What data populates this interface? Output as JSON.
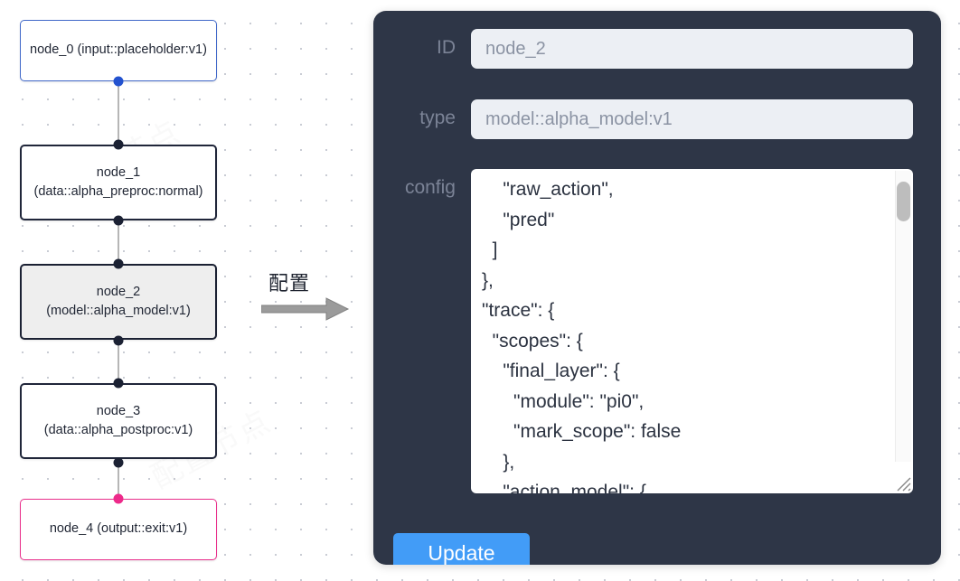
{
  "graph": {
    "nodes": [
      {
        "name": "node_0",
        "type_label": "(input::placeholder:v1)",
        "state": "input"
      },
      {
        "name": "node_1",
        "type_label": "(data::alpha_preproc:normal)",
        "state": "default"
      },
      {
        "name": "node_2",
        "type_label": "(model::alpha_model:v1)",
        "state": "selected"
      },
      {
        "name": "node_3",
        "type_label": "(data::alpha_postproc:v1)",
        "state": "default"
      },
      {
        "name": "node_4",
        "type_label": "(output::exit:v1)",
        "state": "output"
      }
    ],
    "node_text": [
      "node_0\n(input::placeholder:v1)",
      "node_1\n(data::alpha_preproc:normal)",
      "node_2\n(model::alpha_model:v1)",
      "node_3\n(data::alpha_postproc:v1)",
      "node_4\n(output::exit:v1)"
    ],
    "colors": {
      "input_border": "#4169c9",
      "output_border": "#e9308c",
      "default_border": "#20263a",
      "selected_fill": "#eeeeee",
      "edge": "#b6b6b6"
    }
  },
  "annotation": {
    "arrow_label": "配置",
    "arrow_color": "#9b9b9b"
  },
  "panel": {
    "background": "#2e3647",
    "fields": {
      "id": {
        "label": "ID",
        "value": "node_2"
      },
      "type": {
        "label": "type",
        "value": "model::alpha_model:v1"
      },
      "config": {
        "label": "config",
        "value": "    \"raw_action\",\n    \"pred\"\n  ]\n},\n\"trace\": {\n  \"scopes\": {\n    \"final_layer\": {\n      \"module\": \"pi0\",\n      \"mark_scope\": false\n    },\n    \"action_model\": {"
      }
    },
    "update_button": {
      "label": "Update",
      "color": "#429cf7"
    }
  },
  "watermark": {
    "text": "配置节点"
  }
}
